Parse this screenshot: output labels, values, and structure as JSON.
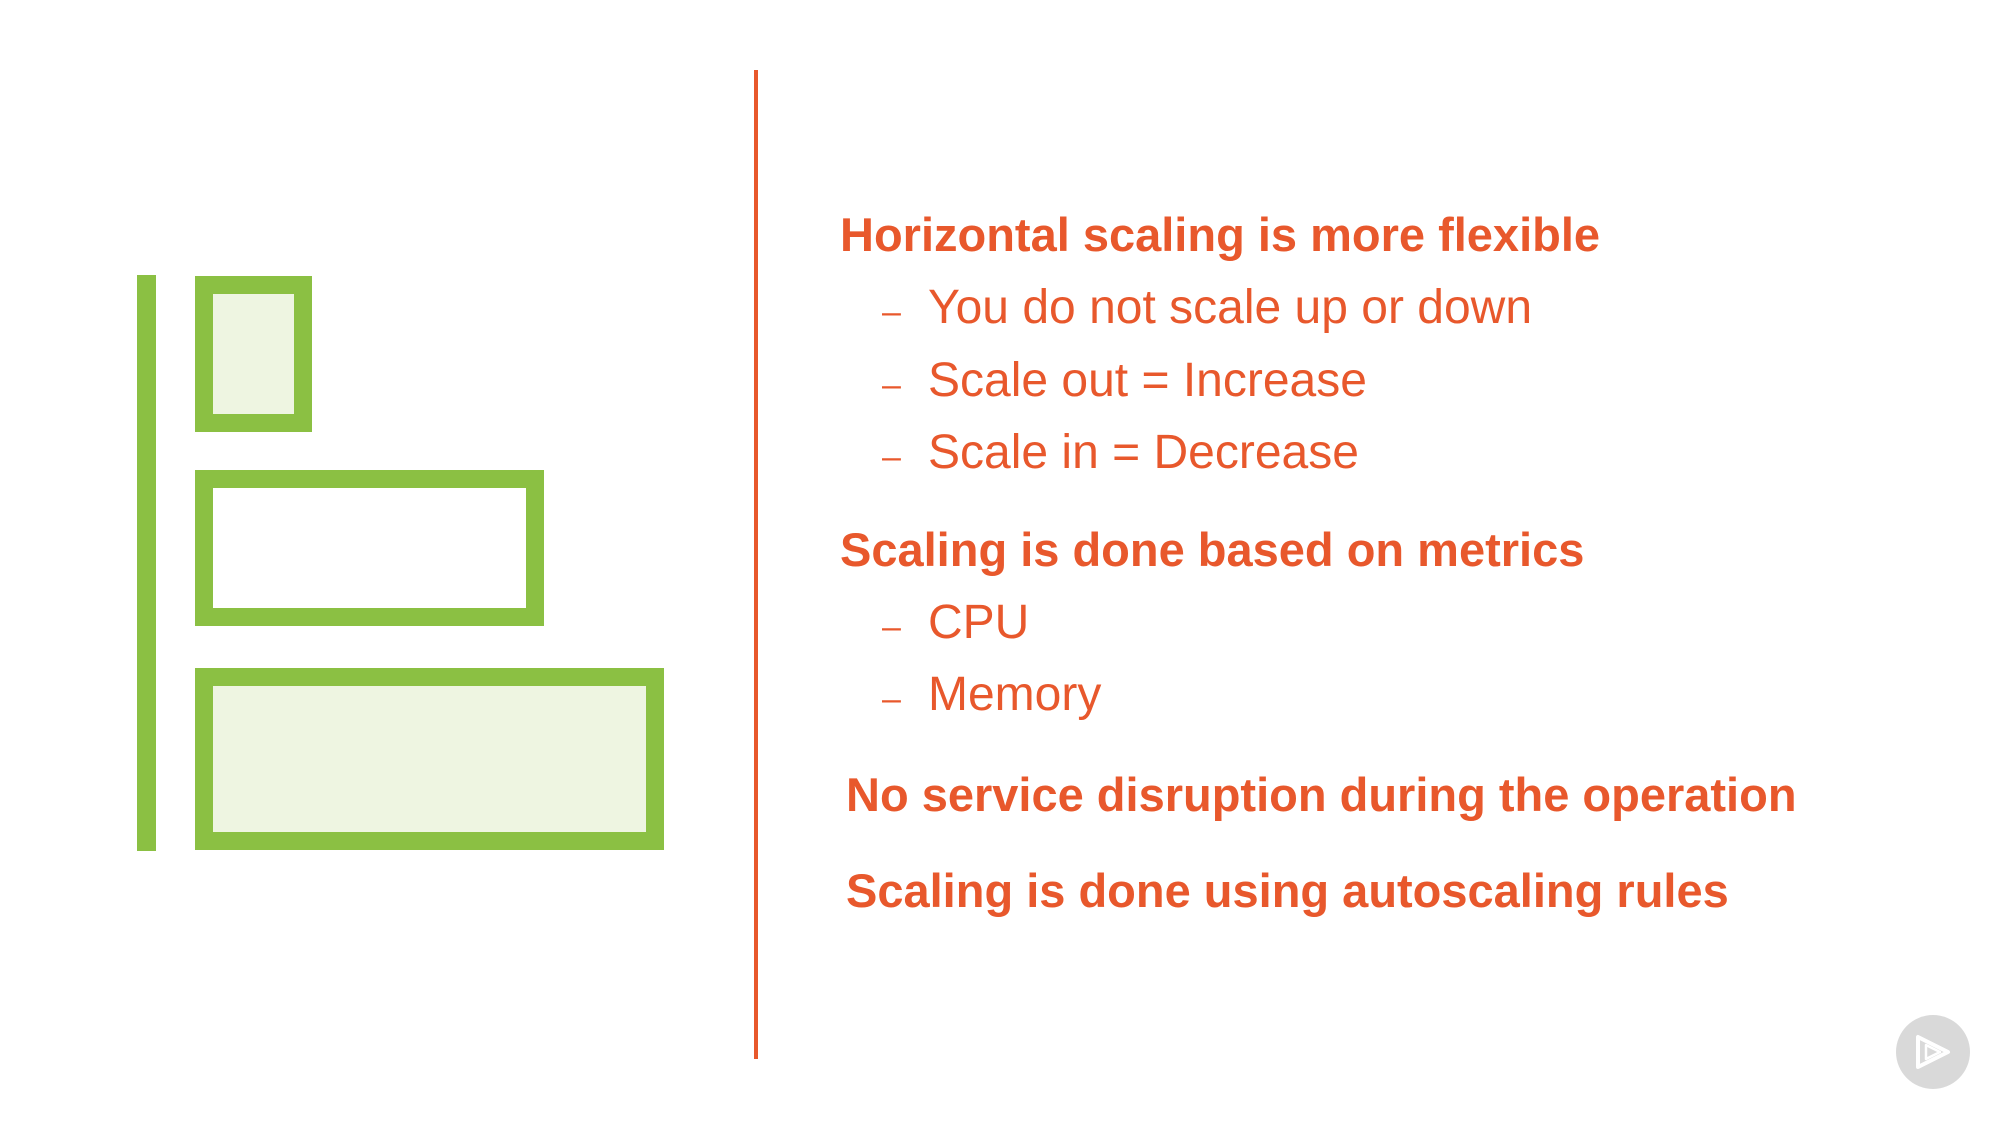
{
  "colors": {
    "accent": "#e8582c",
    "graphic_stroke": "#8bc043",
    "graphic_fill": "#eef5e1",
    "play_button_bg": "#d9d9d9"
  },
  "illustration": {
    "icon": "horizontal-scaling-bars-icon"
  },
  "bullets": [
    {
      "heading": "Horizontal scaling is more flexible",
      "items": [
        "You do not scale up or down",
        "Scale out = Increase",
        "Scale in = Decrease"
      ]
    },
    {
      "heading": "Scaling is done based on metrics",
      "items": [
        "CPU",
        "Memory"
      ]
    },
    {
      "heading": "No service disruption during the operation",
      "items": []
    },
    {
      "heading": "Scaling is done using autoscaling rules",
      "items": []
    }
  ],
  "player": {
    "icon": "play-icon"
  }
}
